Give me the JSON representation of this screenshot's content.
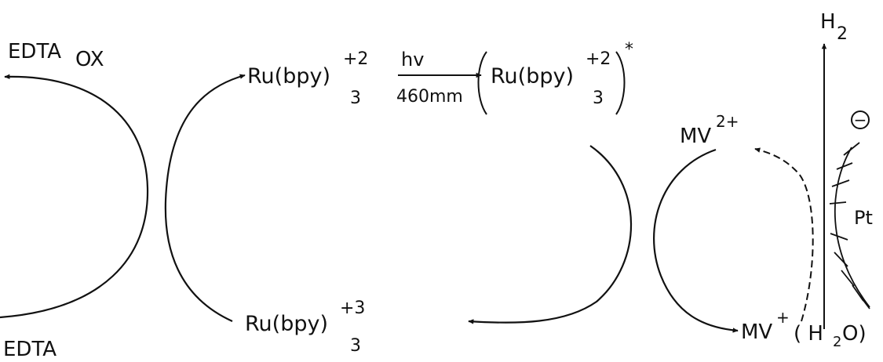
{
  "colors": {
    "ink": "#111111",
    "background": "#ffffff"
  },
  "diagram": {
    "edta_ox": {
      "main": "EDTA",
      "suffix": "OX"
    },
    "edta": "EDTA",
    "ru_ground": {
      "main": "Ru(bpy)",
      "sup": "+2",
      "sub": "3"
    },
    "light": {
      "top": "hv",
      "bottom": "460mm"
    },
    "ru_excited": {
      "main": "Ru(bpy)",
      "sup": "+2",
      "sub": "3",
      "star": "*"
    },
    "ru_oxidized": {
      "main": "Ru(bpy)",
      "sup": "+3",
      "sub": "3"
    },
    "mv_2plus": {
      "main": "MV",
      "sup": "2+"
    },
    "mv_plus": {
      "main": "MV",
      "sup": "+"
    },
    "water": {
      "open": "( H",
      "sub": "2",
      "close": "O)"
    },
    "h2": {
      "main": "H",
      "sub": "2"
    },
    "electrode": {
      "label": "Pt",
      "charge": "−"
    }
  }
}
